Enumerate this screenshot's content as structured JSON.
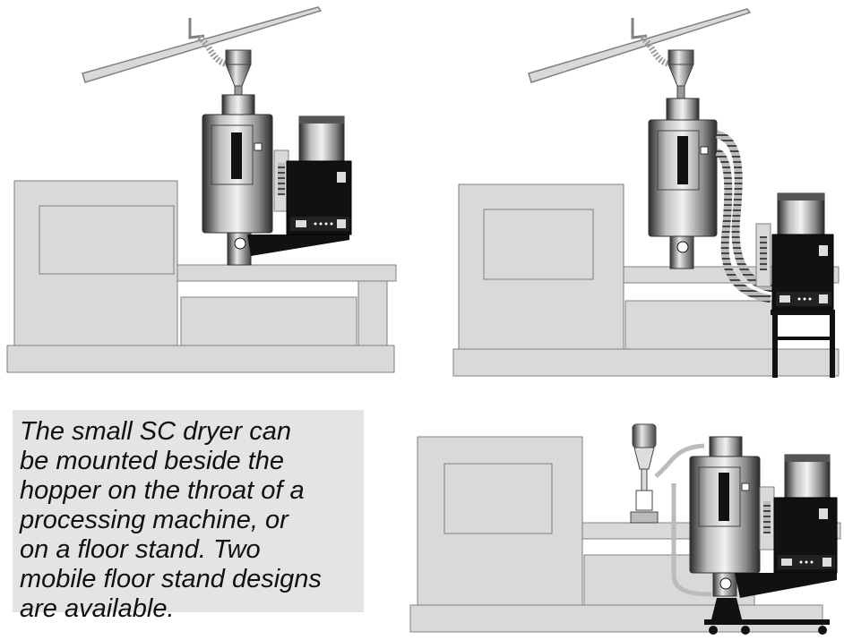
{
  "caption": {
    "lines": [
      "The small SC dryer can",
      "be mounted beside the",
      "hopper on the throat of a",
      "processing machine, or",
      "on a floor stand. Two",
      "mobile floor stand designs",
      "are available."
    ]
  },
  "colors": {
    "machine_fill": "#d9d9d9",
    "machine_stroke": "#808080",
    "dryer_dark": "#111111",
    "hopper_metal": "#9a9a9a",
    "caption_bg": "#e4e4e4"
  },
  "illustrations": [
    {
      "id": "throat-mount",
      "description_icon": "dryer-on-machine-throat-icon"
    },
    {
      "id": "floor-stand",
      "description_icon": "dryer-on-floor-stand-icon"
    },
    {
      "id": "mobile-stand",
      "description_icon": "dryer-on-mobile-stand-icon"
    }
  ]
}
